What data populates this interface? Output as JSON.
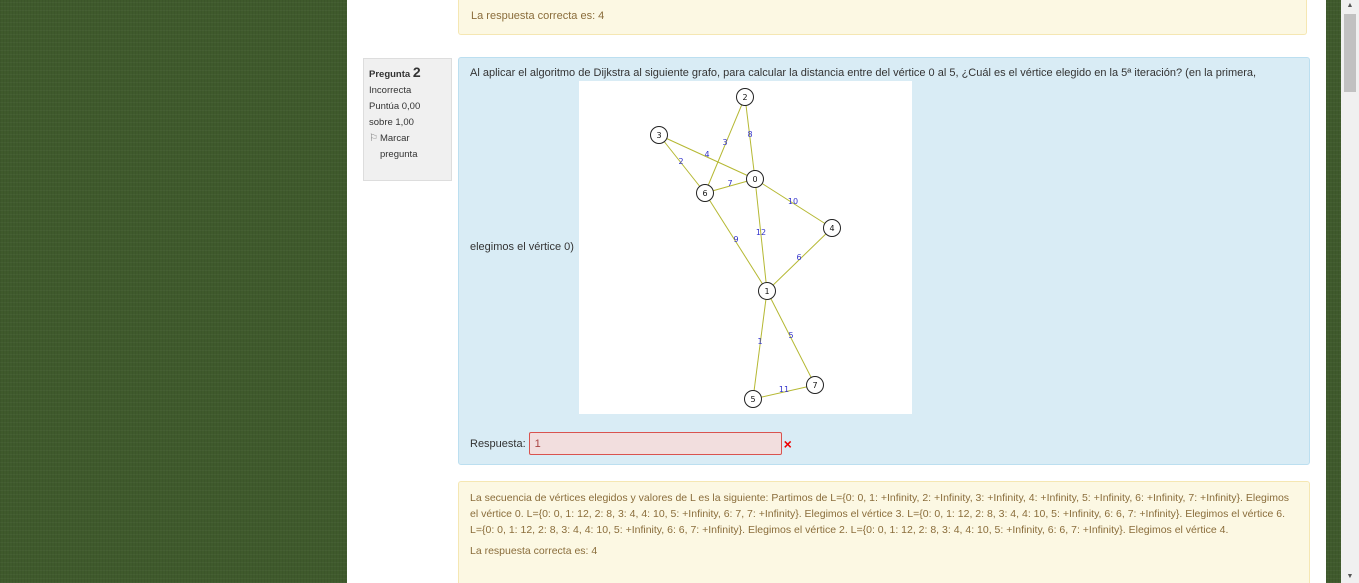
{
  "top_feedback": {
    "right_answer": "La respuesta correcta es: 4"
  },
  "info": {
    "question_label": "Pregunta",
    "question_number": "2",
    "state": "Incorrecta",
    "grade": "Puntúa 0,00 sobre 1,00",
    "flag_label": "Marcar pregunta"
  },
  "question": {
    "text_line1": "Al aplicar el algoritmo de Dijkstra al siguiente grafo, para calcular la distancia entre del vértice 0 al 5, ¿Cuál es el vértice elegido en la 5ª iteración? (en la primera,",
    "text_line2": "elegimos el vértice 0)",
    "answer_label": "Respuesta:",
    "answer_value": "1",
    "wrong_icon": "×"
  },
  "graph": {
    "nodes": [
      "0",
      "1",
      "2",
      "3",
      "4",
      "5",
      "6",
      "7"
    ],
    "edges": [
      {
        "from": "2",
        "to": "6",
        "weight": "3"
      },
      {
        "from": "2",
        "to": "0",
        "weight": "8"
      },
      {
        "from": "3",
        "to": "6",
        "weight": "2"
      },
      {
        "from": "3",
        "to": "0",
        "weight": "4"
      },
      {
        "from": "6",
        "to": "0",
        "weight": "7"
      },
      {
        "from": "0",
        "to": "4",
        "weight": "10"
      },
      {
        "from": "0",
        "to": "1",
        "weight": "12"
      },
      {
        "from": "6",
        "to": "1",
        "weight": "9"
      },
      {
        "from": "4",
        "to": "1",
        "weight": "6"
      },
      {
        "from": "1",
        "to": "5",
        "weight": "1"
      },
      {
        "from": "1",
        "to": "7",
        "weight": "5"
      },
      {
        "from": "5",
        "to": "7",
        "weight": "11"
      }
    ]
  },
  "bottom_feedback": {
    "general": "La secuencia de vértices elegidos y valores de L es la siguiente: Partimos de L={0: 0, 1: +Infinity, 2: +Infinity, 3: +Infinity, 4: +Infinity, 5: +Infinity, 6: +Infinity, 7: +Infinity}. Elegimos el vértice 0. L={0: 0, 1: 12, 2: 8, 3: 4, 4: 10, 5: +Infinity, 6: 7, 7: +Infinity}. Elegimos el vértice 3. L={0: 0, 1: 12, 2: 8, 3: 4, 4: 10, 5: +Infinity, 6: 6, 7: +Infinity}. Elegimos el vértice 6. L={0: 0, 1: 12, 2: 8, 3: 4, 4: 10, 5: +Infinity, 6: 6, 7: +Infinity}. Elegimos el vértice 2. L={0: 0, 1: 12, 2: 8, 3: 4, 4: 10, 5: +Infinity, 6: 6, 7: +Infinity}. Elegimos el vértice 4.",
    "right_answer": "La respuesta correcta es: 4"
  },
  "colors": {
    "edge": "#b5b832",
    "weight_label": "#3333cc",
    "node_stroke": "#222222"
  }
}
